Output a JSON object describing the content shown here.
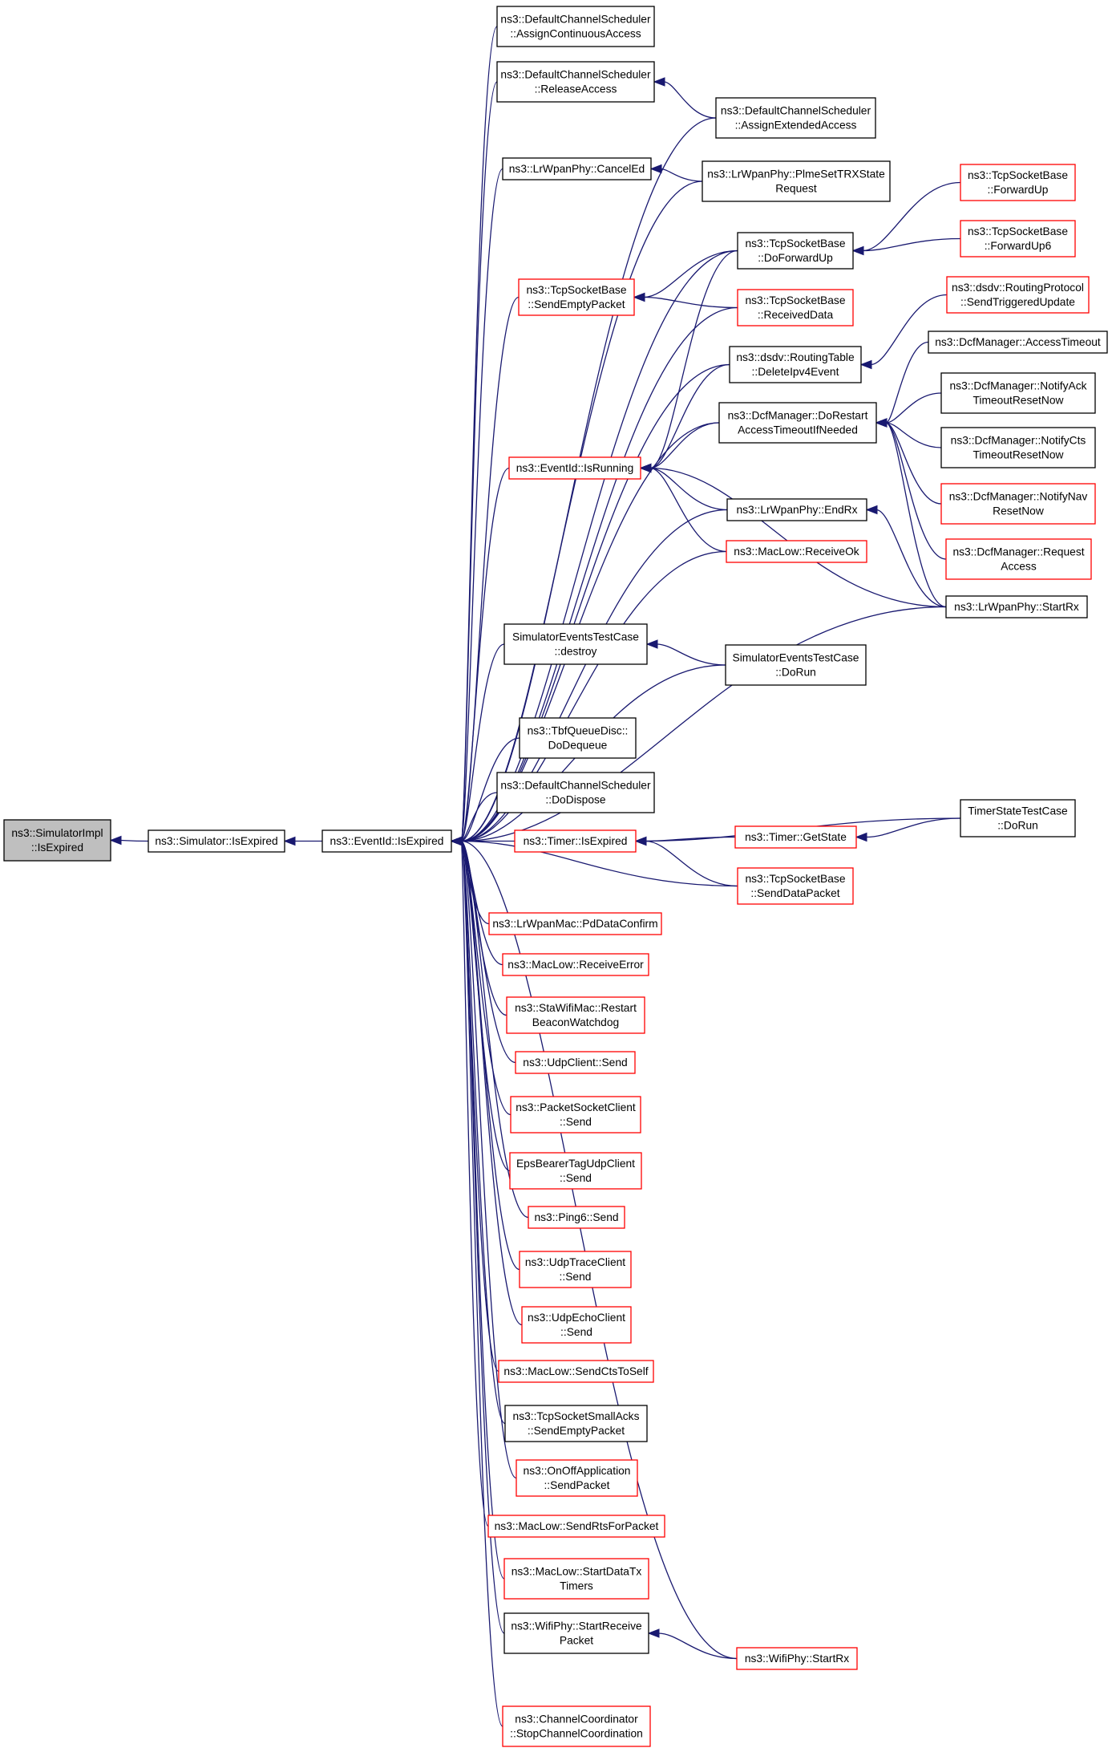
{
  "diagram": {
    "colors": {
      "edge": "#191970",
      "root_fill": "#bfbfbf",
      "normal_border": "#000000",
      "red_border": "#ff0000",
      "fill": "#ffffff"
    },
    "nodes": [
      {
        "id": "root",
        "lines": [
          "ns3::SimulatorImpl",
          "::IsExpired"
        ],
        "style": "root"
      },
      {
        "id": "sim_isexpired",
        "lines": [
          "ns3::Simulator::IsExpired"
        ],
        "style": "normal"
      },
      {
        "id": "eventid_isexpired",
        "lines": [
          "ns3::EventId::IsExpired"
        ],
        "style": "normal"
      },
      {
        "id": "dcs_assigncont",
        "lines": [
          "ns3::DefaultChannelScheduler",
          "::AssignContinuousAccess"
        ],
        "style": "normal"
      },
      {
        "id": "dcs_release",
        "lines": [
          "ns3::DefaultChannelScheduler",
          "::ReleaseAccess"
        ],
        "style": "normal"
      },
      {
        "id": "dcs_assignext",
        "lines": [
          "ns3::DefaultChannelScheduler",
          "::AssignExtendedAccess"
        ],
        "style": "normal"
      },
      {
        "id": "lrwpan_canceled",
        "lines": [
          "ns3::LrWpanPhy::CancelEd"
        ],
        "style": "normal"
      },
      {
        "id": "lrwpan_plme",
        "lines": [
          "ns3::LrWpanPhy::PlmeSetTRXState",
          "Request"
        ],
        "style": "normal"
      },
      {
        "id": "tcp_forwardup",
        "lines": [
          "ns3::TcpSocketBase",
          "::ForwardUp"
        ],
        "style": "red"
      },
      {
        "id": "tcp_forwardup6",
        "lines": [
          "ns3::TcpSocketBase",
          "::ForwardUp6"
        ],
        "style": "red"
      },
      {
        "id": "tcp_doforwardup",
        "lines": [
          "ns3::TcpSocketBase",
          "::DoForwardUp"
        ],
        "style": "normal"
      },
      {
        "id": "tcp_sendempty",
        "lines": [
          "ns3::TcpSocketBase",
          "::SendEmptyPacket"
        ],
        "style": "red"
      },
      {
        "id": "tcp_receiveddata",
        "lines": [
          "ns3::TcpSocketBase",
          "::ReceivedData"
        ],
        "style": "red"
      },
      {
        "id": "dsdv_sendtriggered",
        "lines": [
          "ns3::dsdv::RoutingProtocol",
          "::SendTriggeredUpdate"
        ],
        "style": "red"
      },
      {
        "id": "dsdv_deleteipv4",
        "lines": [
          "ns3::dsdv::RoutingTable",
          "::DeleteIpv4Event"
        ],
        "style": "normal"
      },
      {
        "id": "dcf_accesstimeout",
        "lines": [
          "ns3::DcfManager::AccessTimeout"
        ],
        "style": "normal"
      },
      {
        "id": "dcf_dorestart",
        "lines": [
          "ns3::DcfManager::DoRestart",
          "AccessTimeoutIfNeeded"
        ],
        "style": "normal"
      },
      {
        "id": "dcf_notifyack",
        "lines": [
          "ns3::DcfManager::NotifyAck",
          "TimeoutResetNow"
        ],
        "style": "normal"
      },
      {
        "id": "dcf_notifycts",
        "lines": [
          "ns3::DcfManager::NotifyCts",
          "TimeoutResetNow"
        ],
        "style": "normal"
      },
      {
        "id": "dcf_notifynav",
        "lines": [
          "ns3::DcfManager::NotifyNav",
          "ResetNow"
        ],
        "style": "red"
      },
      {
        "id": "dcf_requestaccess",
        "lines": [
          "ns3::DcfManager::Request",
          "Access"
        ],
        "style": "red"
      },
      {
        "id": "eventid_isrunning",
        "lines": [
          "ns3::EventId::IsRunning"
        ],
        "style": "red"
      },
      {
        "id": "lrwpan_endrx",
        "lines": [
          "ns3::LrWpanPhy::EndRx"
        ],
        "style": "normal"
      },
      {
        "id": "maclow_receiveok",
        "lines": [
          "ns3::MacLow::ReceiveOk"
        ],
        "style": "red"
      },
      {
        "id": "lrwpan_startrx",
        "lines": [
          "ns3::LrWpanPhy::StartRx"
        ],
        "style": "normal"
      },
      {
        "id": "simev_destroy",
        "lines": [
          "SimulatorEventsTestCase",
          "::destroy"
        ],
        "style": "normal"
      },
      {
        "id": "simev_dorun",
        "lines": [
          "SimulatorEventsTestCase",
          "::DoRun"
        ],
        "style": "normal"
      },
      {
        "id": "tbf_dodequeue",
        "lines": [
          "ns3::TbfQueueDisc::",
          "DoDequeue"
        ],
        "style": "normal"
      },
      {
        "id": "dcs_dodispose",
        "lines": [
          "ns3::DefaultChannelScheduler",
          "::DoDispose"
        ],
        "style": "normal"
      },
      {
        "id": "timer_isexpired",
        "lines": [
          "ns3::Timer::IsExpired"
        ],
        "style": "red"
      },
      {
        "id": "timer_getstate",
        "lines": [
          "ns3::Timer::GetState"
        ],
        "style": "red"
      },
      {
        "id": "timerstate_dorun",
        "lines": [
          "TimerStateTestCase",
          "::DoRun"
        ],
        "style": "normal"
      },
      {
        "id": "tcp_senddata",
        "lines": [
          "ns3::TcpSocketBase",
          "::SendDataPacket"
        ],
        "style": "red"
      },
      {
        "id": "lrwpanmac_pddata",
        "lines": [
          "ns3::LrWpanMac::PdDataConfirm"
        ],
        "style": "red"
      },
      {
        "id": "maclow_receiveerror",
        "lines": [
          "ns3::MacLow::ReceiveError"
        ],
        "style": "red"
      },
      {
        "id": "stawifi_restart",
        "lines": [
          "ns3::StaWifiMac::Restart",
          "BeaconWatchdog"
        ],
        "style": "red"
      },
      {
        "id": "udpclient_send",
        "lines": [
          "ns3::UdpClient::Send"
        ],
        "style": "red"
      },
      {
        "id": "packetsocket_send",
        "lines": [
          "ns3::PacketSocketClient",
          "::Send"
        ],
        "style": "red"
      },
      {
        "id": "epsbearer_send",
        "lines": [
          "EpsBearerTagUdpClient",
          "::Send"
        ],
        "style": "red"
      },
      {
        "id": "ping6_send",
        "lines": [
          "ns3::Ping6::Send"
        ],
        "style": "red"
      },
      {
        "id": "udptrace_send",
        "lines": [
          "ns3::UdpTraceClient",
          "::Send"
        ],
        "style": "red"
      },
      {
        "id": "udpecho_send",
        "lines": [
          "ns3::UdpEchoClient",
          "::Send"
        ],
        "style": "red"
      },
      {
        "id": "maclow_sendcts",
        "lines": [
          "ns3::MacLow::SendCtsToSelf"
        ],
        "style": "red"
      },
      {
        "id": "tcpsmall_sendempty",
        "lines": [
          "ns3::TcpSocketSmallAcks",
          "::SendEmptyPacket"
        ],
        "style": "normal"
      },
      {
        "id": "onoff_sendpacket",
        "lines": [
          "ns3::OnOffApplication",
          "::SendPacket"
        ],
        "style": "red"
      },
      {
        "id": "maclow_sendrts",
        "lines": [
          "ns3::MacLow::SendRtsForPacket"
        ],
        "style": "red"
      },
      {
        "id": "maclow_startdatatx",
        "lines": [
          "ns3::MacLow::StartDataTx",
          "Timers"
        ],
        "style": "red"
      },
      {
        "id": "wifiphy_startreceive",
        "lines": [
          "ns3::WifiPhy::StartReceive",
          "Packet"
        ],
        "style": "normal"
      },
      {
        "id": "wifiphy_startrx",
        "lines": [
          "ns3::WifiPhy::StartRx"
        ],
        "style": "red"
      },
      {
        "id": "chancoord_stop",
        "lines": [
          "ns3::ChannelCoordinator",
          "::StopChannelCoordination"
        ],
        "style": "red"
      }
    ],
    "edges": [
      {
        "from": "sim_isexpired",
        "to": "root"
      },
      {
        "from": "eventid_isexpired",
        "to": "sim_isexpired"
      },
      {
        "from": "dcs_assigncont",
        "to": "eventid_isexpired"
      },
      {
        "from": "dcs_release",
        "to": "eventid_isexpired"
      },
      {
        "from": "dcs_assignext",
        "to": "eventid_isexpired"
      },
      {
        "from": "lrwpan_canceled",
        "to": "eventid_isexpired"
      },
      {
        "from": "lrwpan_plme",
        "to": "eventid_isexpired"
      },
      {
        "from": "tcp_doforwardup",
        "to": "eventid_isexpired"
      },
      {
        "from": "tcp_sendempty",
        "to": "eventid_isexpired"
      },
      {
        "from": "tcp_receiveddata",
        "to": "eventid_isexpired"
      },
      {
        "from": "dsdv_deleteipv4",
        "to": "eventid_isexpired"
      },
      {
        "from": "dcf_dorestart",
        "to": "eventid_isexpired"
      },
      {
        "from": "eventid_isrunning",
        "to": "eventid_isexpired"
      },
      {
        "from": "lrwpan_endrx",
        "to": "eventid_isexpired"
      },
      {
        "from": "maclow_receiveok",
        "to": "eventid_isexpired"
      },
      {
        "from": "lrwpan_startrx",
        "to": "eventid_isexpired"
      },
      {
        "from": "simev_destroy",
        "to": "eventid_isexpired"
      },
      {
        "from": "simev_dorun",
        "to": "eventid_isexpired"
      },
      {
        "from": "tbf_dodequeue",
        "to": "eventid_isexpired"
      },
      {
        "from": "dcs_dodispose",
        "to": "eventid_isexpired"
      },
      {
        "from": "timer_isexpired",
        "to": "eventid_isexpired"
      },
      {
        "from": "tcp_senddata",
        "to": "eventid_isexpired"
      },
      {
        "from": "lrwpanmac_pddata",
        "to": "eventid_isexpired"
      },
      {
        "from": "maclow_receiveerror",
        "to": "eventid_isexpired"
      },
      {
        "from": "stawifi_restart",
        "to": "eventid_isexpired"
      },
      {
        "from": "udpclient_send",
        "to": "eventid_isexpired"
      },
      {
        "from": "packetsocket_send",
        "to": "eventid_isexpired"
      },
      {
        "from": "epsbearer_send",
        "to": "eventid_isexpired"
      },
      {
        "from": "ping6_send",
        "to": "eventid_isexpired"
      },
      {
        "from": "udptrace_send",
        "to": "eventid_isexpired"
      },
      {
        "from": "udpecho_send",
        "to": "eventid_isexpired"
      },
      {
        "from": "maclow_sendcts",
        "to": "eventid_isexpired"
      },
      {
        "from": "tcpsmall_sendempty",
        "to": "eventid_isexpired"
      },
      {
        "from": "onoff_sendpacket",
        "to": "eventid_isexpired"
      },
      {
        "from": "maclow_sendrts",
        "to": "eventid_isexpired"
      },
      {
        "from": "maclow_startdatatx",
        "to": "eventid_isexpired"
      },
      {
        "from": "wifiphy_startreceive",
        "to": "eventid_isexpired"
      },
      {
        "from": "wifiphy_startrx",
        "to": "eventid_isexpired"
      },
      {
        "from": "chancoord_stop",
        "to": "eventid_isexpired"
      },
      {
        "from": "dcs_assignext",
        "to": "dcs_release"
      },
      {
        "from": "lrwpan_plme",
        "to": "lrwpan_canceled"
      },
      {
        "from": "tcp_forwardup",
        "to": "tcp_doforwardup"
      },
      {
        "from": "tcp_forwardup6",
        "to": "tcp_doforwardup"
      },
      {
        "from": "tcp_doforwardup",
        "to": "tcp_sendempty"
      },
      {
        "from": "tcp_receiveddata",
        "to": "tcp_sendempty"
      },
      {
        "from": "dsdv_sendtriggered",
        "to": "dsdv_deleteipv4"
      },
      {
        "from": "dcf_accesstimeout",
        "to": "dcf_dorestart"
      },
      {
        "from": "dcf_notifyack",
        "to": "dcf_dorestart"
      },
      {
        "from": "dcf_notifycts",
        "to": "dcf_dorestart"
      },
      {
        "from": "dcf_notifynav",
        "to": "dcf_dorestart"
      },
      {
        "from": "dcf_requestaccess",
        "to": "dcf_dorestart"
      },
      {
        "from": "lrwpan_startrx",
        "to": "dcf_dorestart"
      },
      {
        "from": "tcp_doforwardup",
        "to": "eventid_isrunning"
      },
      {
        "from": "dsdv_deleteipv4",
        "to": "eventid_isrunning"
      },
      {
        "from": "dcf_dorestart",
        "to": "eventid_isrunning"
      },
      {
        "from": "lrwpan_endrx",
        "to": "eventid_isrunning"
      },
      {
        "from": "maclow_receiveok",
        "to": "eventid_isrunning"
      },
      {
        "from": "lrwpan_startrx",
        "to": "eventid_isrunning"
      },
      {
        "from": "lrwpan_startrx",
        "to": "lrwpan_endrx"
      },
      {
        "from": "simev_dorun",
        "to": "simev_destroy"
      },
      {
        "from": "timer_getstate",
        "to": "timer_isexpired"
      },
      {
        "from": "timerstate_dorun",
        "to": "timer_isexpired"
      },
      {
        "from": "tcp_senddata",
        "to": "timer_isexpired"
      },
      {
        "from": "timerstate_dorun",
        "to": "timer_getstate"
      },
      {
        "from": "wifiphy_startrx",
        "to": "wifiphy_startreceive"
      }
    ]
  }
}
